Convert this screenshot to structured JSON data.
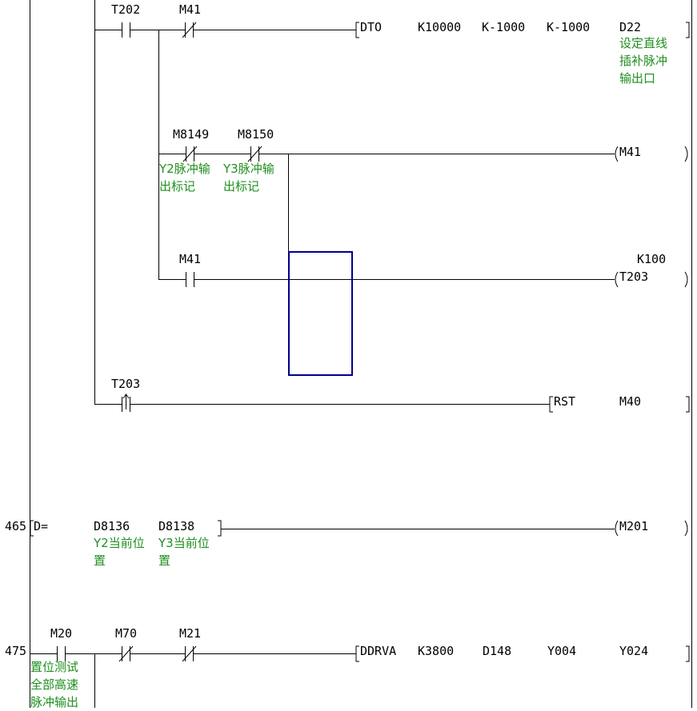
{
  "rung_step_numbers": {
    "step_465": "465",
    "step_475": "475"
  },
  "row1": {
    "contact_t202": "T202",
    "contact_m41_nc": "M41",
    "instr": "DTO",
    "op1": "K10000",
    "op2": "K-1000",
    "op3": "K-1000",
    "op4": "D22",
    "comment_d22": [
      "设定直线",
      "插补脉冲",
      "输出口"
    ]
  },
  "row2": {
    "contact_m8149": "M8149",
    "contact_m8150": "M8150",
    "comment_m8149": [
      "Y2脉冲输",
      "出标记"
    ],
    "comment_m8150": [
      "Y3脉冲输",
      "出标记"
    ],
    "coil": "M41"
  },
  "row3": {
    "contact_m41": "M41",
    "timer_preset": "K100",
    "coil": "T203"
  },
  "row4": {
    "contact_t203_rising": "T203",
    "instr": "RST",
    "op1": "M40"
  },
  "rung465": {
    "instr": "D=",
    "op1": "D8136",
    "op2": "D8138",
    "comment_op1": [
      "Y2当前位",
      "置"
    ],
    "comment_op2": [
      "Y3当前位",
      "置"
    ],
    "coil": "M201"
  },
  "rung475": {
    "contact_m20": "M20",
    "comment_m20": [
      "置位测试",
      "全部高速",
      "脉冲输出"
    ],
    "contact_m70_nc": "M70",
    "contact_m21_nc": "M21",
    "instr": "DDRVA",
    "op1": "K3800",
    "op2": "D148",
    "op3": "Y004",
    "op4": "Y024"
  },
  "colors": {
    "wire": "#000000",
    "comment": "#1f8f1f",
    "selection": "#00008b"
  }
}
